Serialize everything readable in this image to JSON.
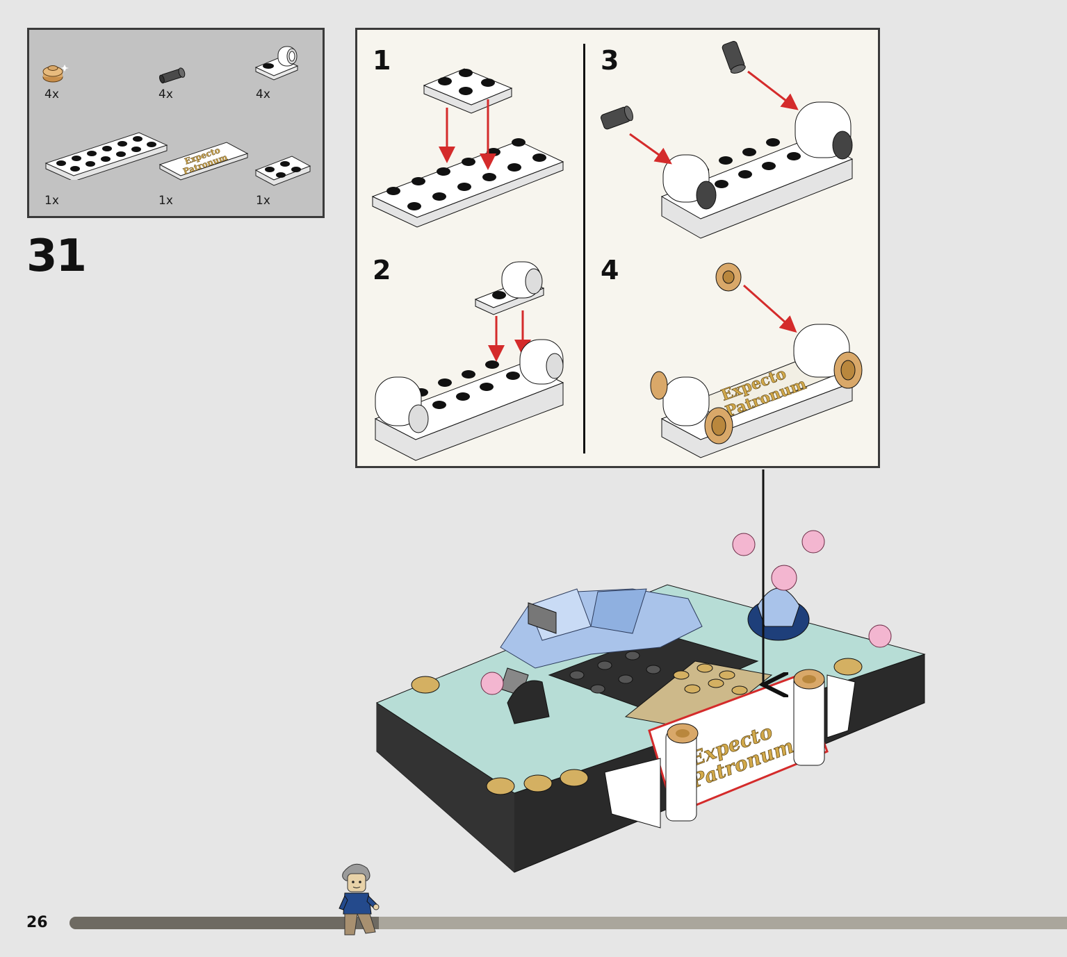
{
  "page": {
    "number": "26"
  },
  "step": {
    "number": "31"
  },
  "parts": [
    {
      "name": "tan-round-plate",
      "qty": "4x"
    },
    {
      "name": "dark-grey-pin-connector",
      "qty": "4x"
    },
    {
      "name": "white-plate-with-hole",
      "qty": "4x"
    },
    {
      "name": "white-plate-2x6",
      "qty": "1x"
    },
    {
      "name": "white-printed-tile",
      "qty": "1x"
    },
    {
      "name": "white-plate-2x2",
      "qty": "1x"
    }
  ],
  "substeps": [
    {
      "number": "1"
    },
    {
      "number": "2"
    },
    {
      "number": "3"
    },
    {
      "number": "4"
    }
  ],
  "tile_print": {
    "line1": "Expecto",
    "line2": "Patronum"
  },
  "colors": {
    "background": "#e6e6e6",
    "parts_box": "#c2c2c2",
    "sub_panel": "#f7f5ee",
    "arrow": "#d42b2b",
    "tan": "#d9a869",
    "progress_done": "#6e6a62",
    "progress_rest": "#aaa69c"
  },
  "progress": {
    "fraction": 0.31
  }
}
